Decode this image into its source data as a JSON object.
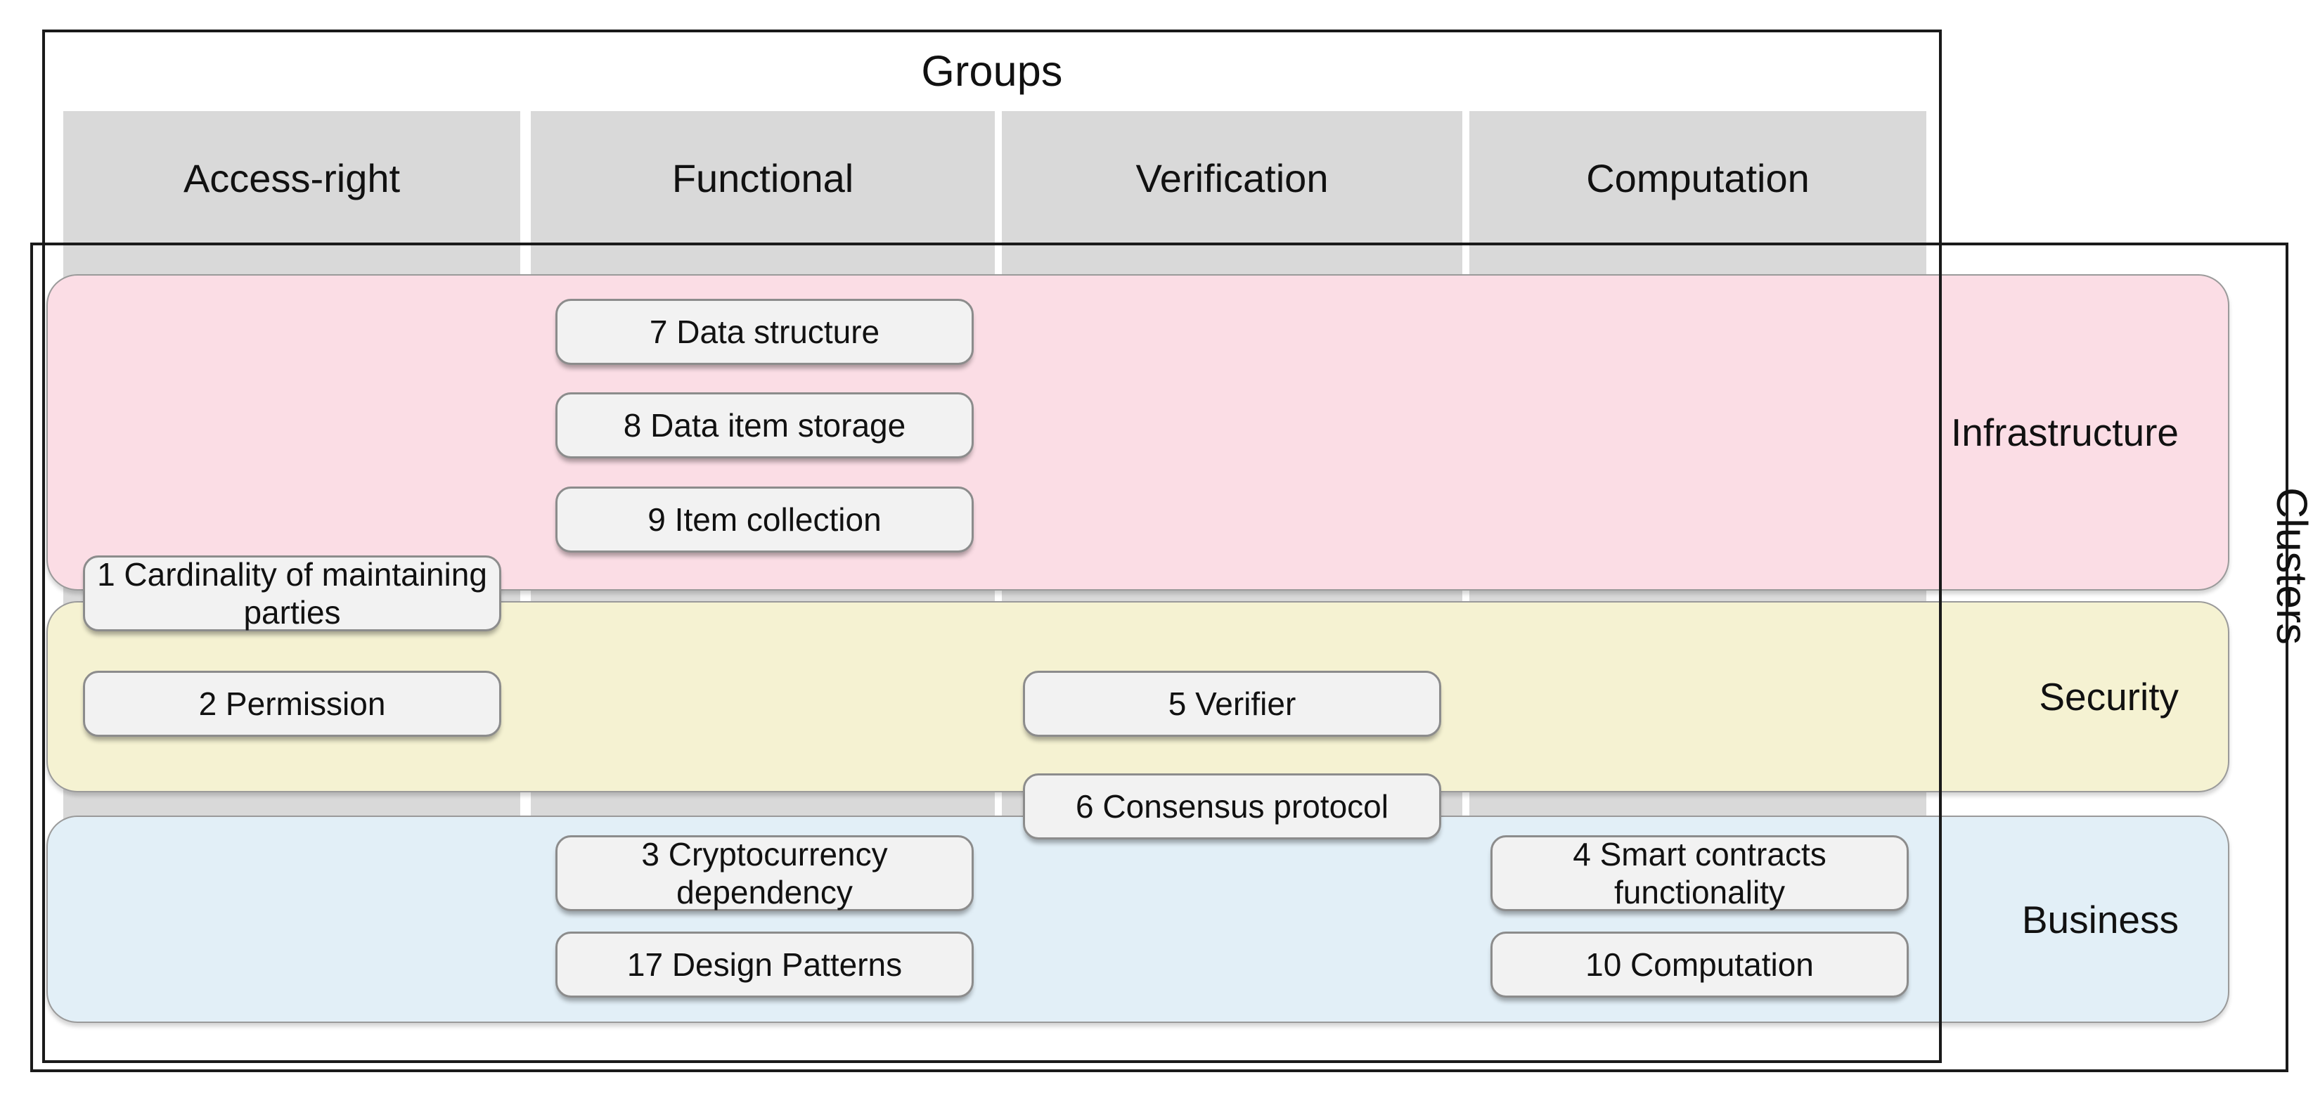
{
  "axes": {
    "groups_title": "Groups",
    "clusters_title": "Clusters"
  },
  "groups": {
    "columns": [
      {
        "id": "access-right",
        "label": "Access-right"
      },
      {
        "id": "functional",
        "label": "Functional"
      },
      {
        "id": "verification",
        "label": "Verification"
      },
      {
        "id": "computation",
        "label": "Computation"
      }
    ],
    "column_band_color": "#d9d9d9"
  },
  "clusters": {
    "rows": [
      {
        "id": "infrastructure",
        "label": "Infrastructure",
        "color": "#fbdde5"
      },
      {
        "id": "security",
        "label": "Security",
        "color": "#f5f2d2"
      },
      {
        "id": "business",
        "label": "Business",
        "color": "#e2eff7"
      }
    ]
  },
  "cards": [
    {
      "id": "card-7",
      "number": "7",
      "name": "Data structure",
      "label": "7 Data structure",
      "group": "functional",
      "cluster": "infrastructure"
    },
    {
      "id": "card-8",
      "number": "8",
      "name": "Data item storage",
      "label": "8 Data item storage",
      "group": "functional",
      "cluster": "infrastructure"
    },
    {
      "id": "card-9",
      "number": "9",
      "name": "Item collection",
      "label": "9 Item collection",
      "group": "functional",
      "cluster": "infrastructure"
    },
    {
      "id": "card-1",
      "number": "1",
      "name": "Cardinality of maintaining parties",
      "label": "1 Cardinality of maintaining parties",
      "group": "access-right",
      "cluster": "infrastructure/security"
    },
    {
      "id": "card-2",
      "number": "2",
      "name": "Permission",
      "label": "2 Permission",
      "group": "access-right",
      "cluster": "security"
    },
    {
      "id": "card-5",
      "number": "5",
      "name": "Verifier",
      "label": "5 Verifier",
      "group": "verification",
      "cluster": "security"
    },
    {
      "id": "card-6",
      "number": "6",
      "name": "Consensus protocol",
      "label": "6 Consensus protocol",
      "group": "verification",
      "cluster": "security/business"
    },
    {
      "id": "card-3",
      "number": "3",
      "name": "Cryptocurrency dependency",
      "label": "3 Cryptocurrency dependency",
      "group": "functional",
      "cluster": "business"
    },
    {
      "id": "card-17",
      "number": "17",
      "name": "Design Patterns",
      "label": "17 Design Patterns",
      "group": "functional",
      "cluster": "business"
    },
    {
      "id": "card-4",
      "number": "4",
      "name": "Smart contracts functionality",
      "label": "4 Smart contracts functionality",
      "group": "computation",
      "cluster": "business"
    },
    {
      "id": "card-10",
      "number": "10",
      "name": "Computation",
      "label": "10 Computation",
      "group": "computation",
      "cluster": "business"
    }
  ],
  "colors": {
    "frame": "#1a1a1a",
    "card_fill": "#f2f2f2",
    "card_border": "#8c8c8c",
    "band_border": "#9a9a9a"
  }
}
